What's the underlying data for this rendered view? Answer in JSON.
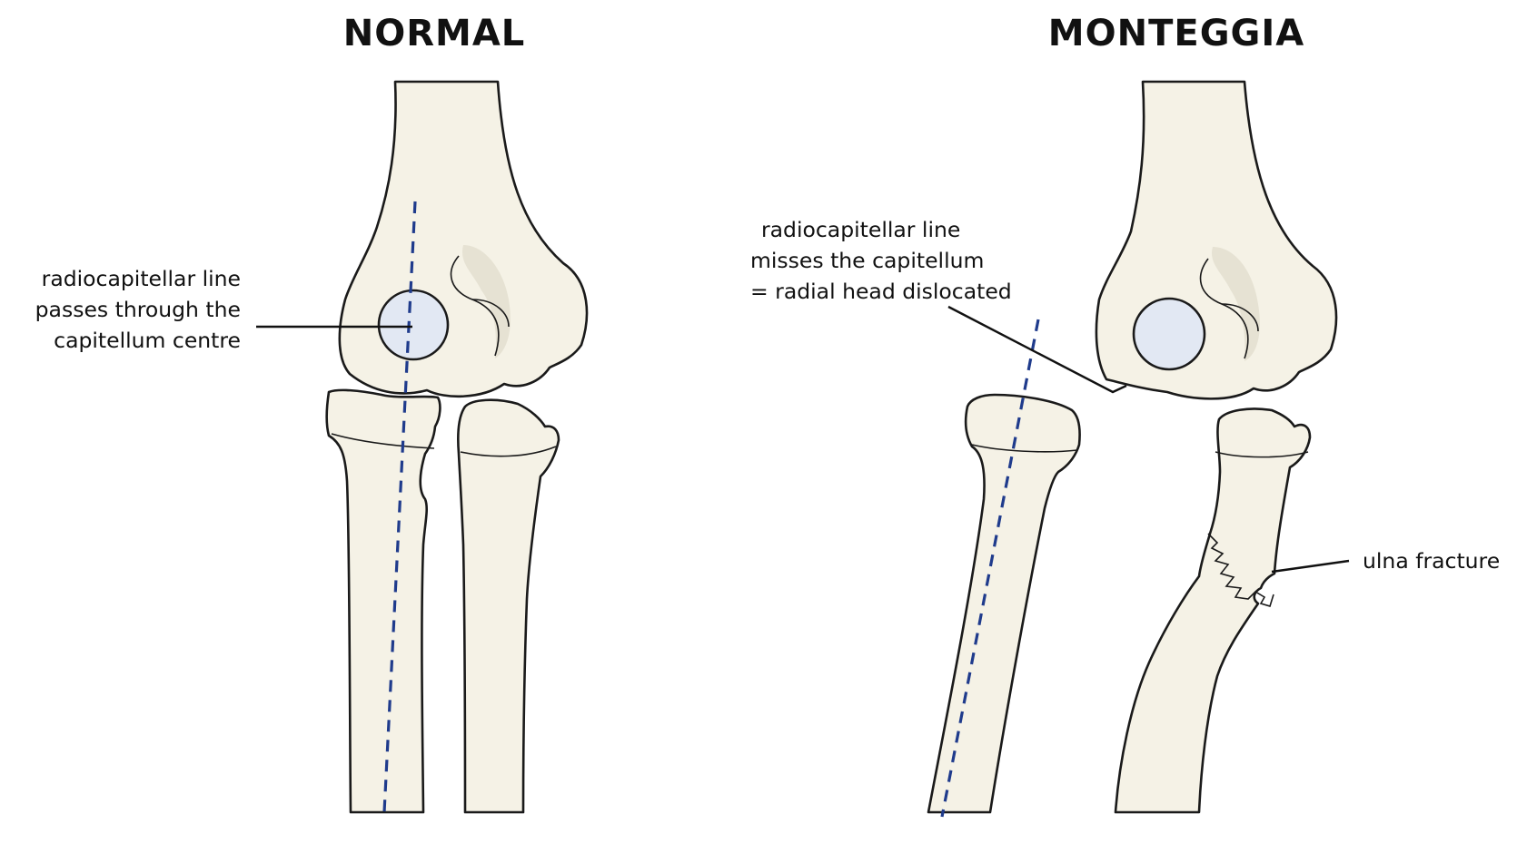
{
  "panels": {
    "normal": {
      "title": "NORMAL",
      "annotation": [
        "radiocapitellar line",
        "passes through the",
        "capitellum centre"
      ]
    },
    "monteggia": {
      "title": "MONTEGGIA",
      "annotation": [
        "radiocapitellar line",
        "misses the capitellum",
        "= radial head dislocated"
      ],
      "fracture_label": "ulna fracture"
    }
  },
  "colors": {
    "bone": "#f5f2e6",
    "capitellum": "#e2e8f3",
    "radiocapitellar_line": "#1f3b8c",
    "outline": "#1a1a1a"
  }
}
